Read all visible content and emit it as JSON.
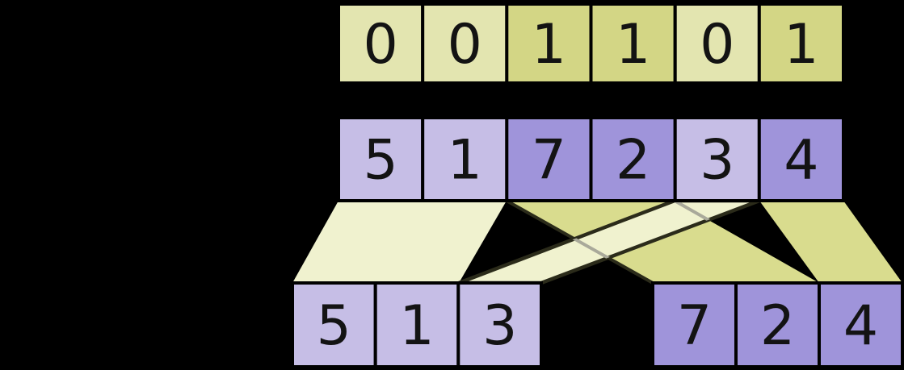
{
  "diagram": {
    "description": "split of values by flags into two partitions",
    "background": "#000000",
    "colors": {
      "flag_zero_fill": "#e3e5b0",
      "flag_one_fill": "#d3d685",
      "value_keep_fill": "#c6bee6",
      "value_move_fill": "#9f94da",
      "band_light_fill": "#f0f2cf",
      "band_dark_fill": "#d9dc8e",
      "band_edge": "#2b2b1a",
      "cell_border": "#000000",
      "digit": "#131313",
      "seam_gray": "#a9a99a"
    },
    "rows": {
      "flags": {
        "palette": "yellow",
        "cells": [
          {
            "label": "0",
            "tone": "light"
          },
          {
            "label": "0",
            "tone": "light"
          },
          {
            "label": "1",
            "tone": "dark"
          },
          {
            "label": "1",
            "tone": "dark"
          },
          {
            "label": "0",
            "tone": "light"
          },
          {
            "label": "1",
            "tone": "dark"
          }
        ]
      },
      "values": {
        "palette": "purple",
        "cells": [
          {
            "label": "5",
            "tone": "light"
          },
          {
            "label": "1",
            "tone": "light"
          },
          {
            "label": "7",
            "tone": "dark"
          },
          {
            "label": "2",
            "tone": "dark"
          },
          {
            "label": "3",
            "tone": "light"
          },
          {
            "label": "4",
            "tone": "dark"
          }
        ]
      },
      "output_left": {
        "palette": "purple",
        "cells": [
          {
            "label": "5",
            "tone": "light"
          },
          {
            "label": "1",
            "tone": "light"
          },
          {
            "label": "3",
            "tone": "light"
          }
        ]
      },
      "output_right": {
        "palette": "purple",
        "cells": [
          {
            "label": "7",
            "tone": "dark"
          },
          {
            "label": "2",
            "tone": "dark"
          },
          {
            "label": "4",
            "tone": "dark"
          }
        ]
      }
    },
    "bands": [
      {
        "id": "band-keep-left",
        "tone": "light"
      },
      {
        "id": "band-move-right",
        "tone": "dark"
      },
      {
        "id": "band-cross-left",
        "tone": "light"
      },
      {
        "id": "band-last-right",
        "tone": "dark"
      }
    ]
  }
}
